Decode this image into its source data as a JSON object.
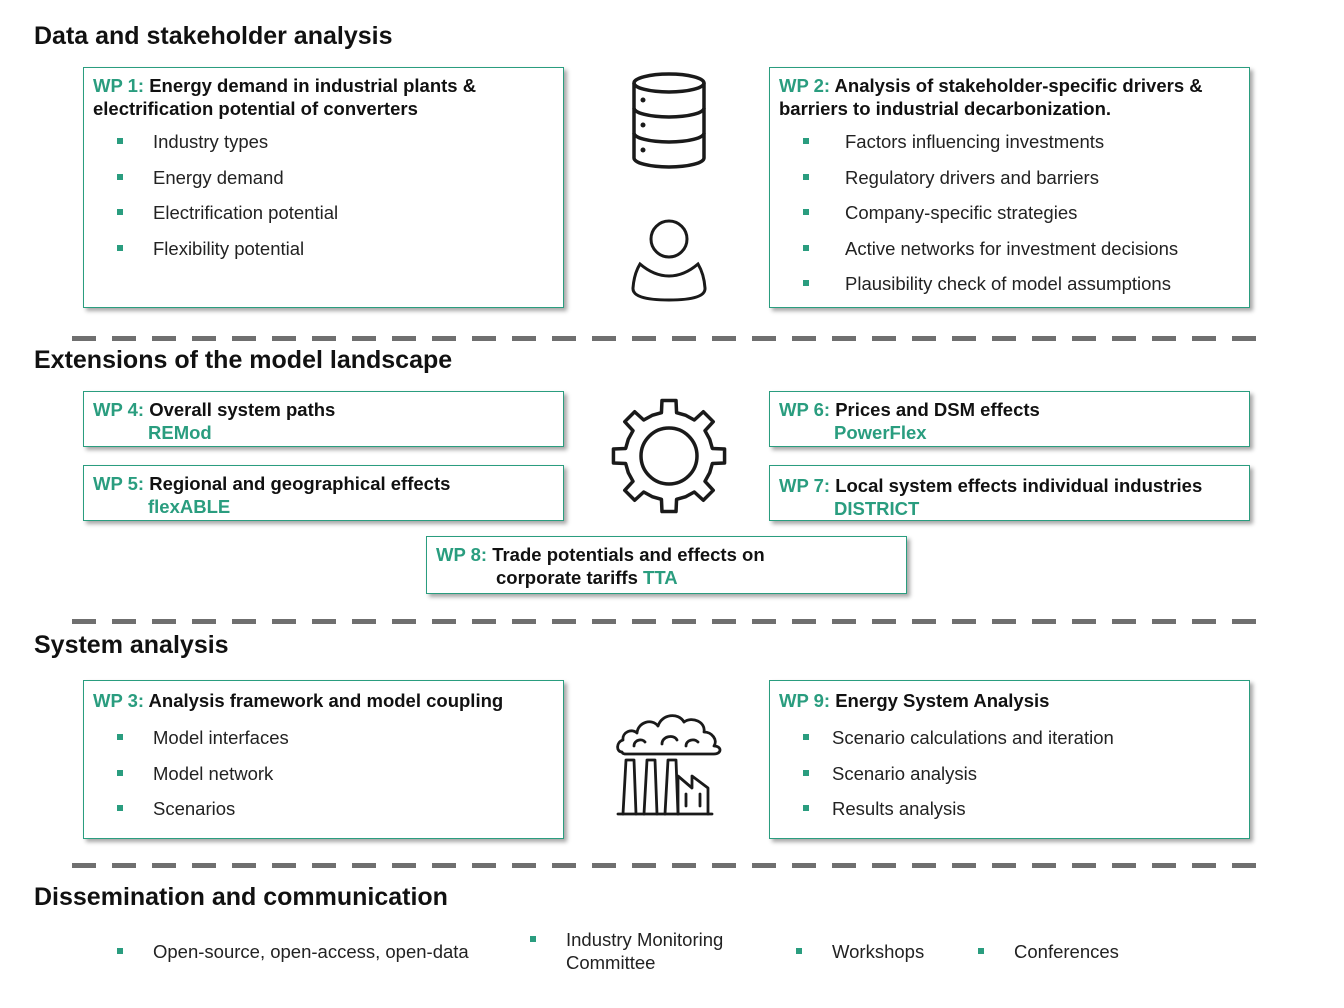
{
  "sections": {
    "s1": "Data and stakeholder analysis",
    "s2": "Extensions of the model landscape",
    "s3": "System analysis",
    "s4": "Dissemination and communication"
  },
  "wp1": {
    "num": "WP 1:",
    "title": "Energy demand in industrial plants & electrification potential of converters",
    "items": [
      "Industry types",
      "Energy demand",
      "Electrification potential",
      "Flexibility potential"
    ]
  },
  "wp2": {
    "num": "WP 2:",
    "title": "Analysis of stakeholder-specific drivers & barriers to industrial decarbonization.",
    "items": [
      "Factors influencing investments",
      "Regulatory drivers and barriers",
      "Company-specific strategies",
      "Active networks for investment decisions",
      "Plausibility check of model assumptions"
    ]
  },
  "wp4": {
    "num": "WP 4:",
    "title": "Overall system paths",
    "tool": "REMod"
  },
  "wp5": {
    "num": "WP 5:",
    "title": "Regional and geographical effects",
    "tool": "flexABLE"
  },
  "wp6": {
    "num": "WP 6:",
    "title": "Prices and DSM effects",
    "tool": "PowerFlex"
  },
  "wp7": {
    "num": "WP 7:",
    "title": "Local system effects individual industries",
    "tool": "DISTRICT"
  },
  "wp8": {
    "num": "WP 8:",
    "title1": "Trade potentials and effects on",
    "title2": "corporate tariffs",
    "tool": "TTA"
  },
  "wp3": {
    "num": "WP 3:",
    "title": "Analysis framework and model coupling",
    "items": [
      "Model interfaces",
      "Model network",
      "Scenarios"
    ]
  },
  "wp9": {
    "num": "WP 9:",
    "title": "Energy System Analysis",
    "items": [
      "Scenario calculations and iteration",
      "Scenario analysis",
      "Results analysis"
    ]
  },
  "dissemination": [
    "Open-source, open-access, open-data",
    "Industry Monitoring Committee",
    "Workshops",
    "Conferences"
  ],
  "accent_color": "#2a9d7f",
  "icons": [
    "database-icon",
    "user-icon",
    "gear-icon",
    "factory-icon"
  ]
}
